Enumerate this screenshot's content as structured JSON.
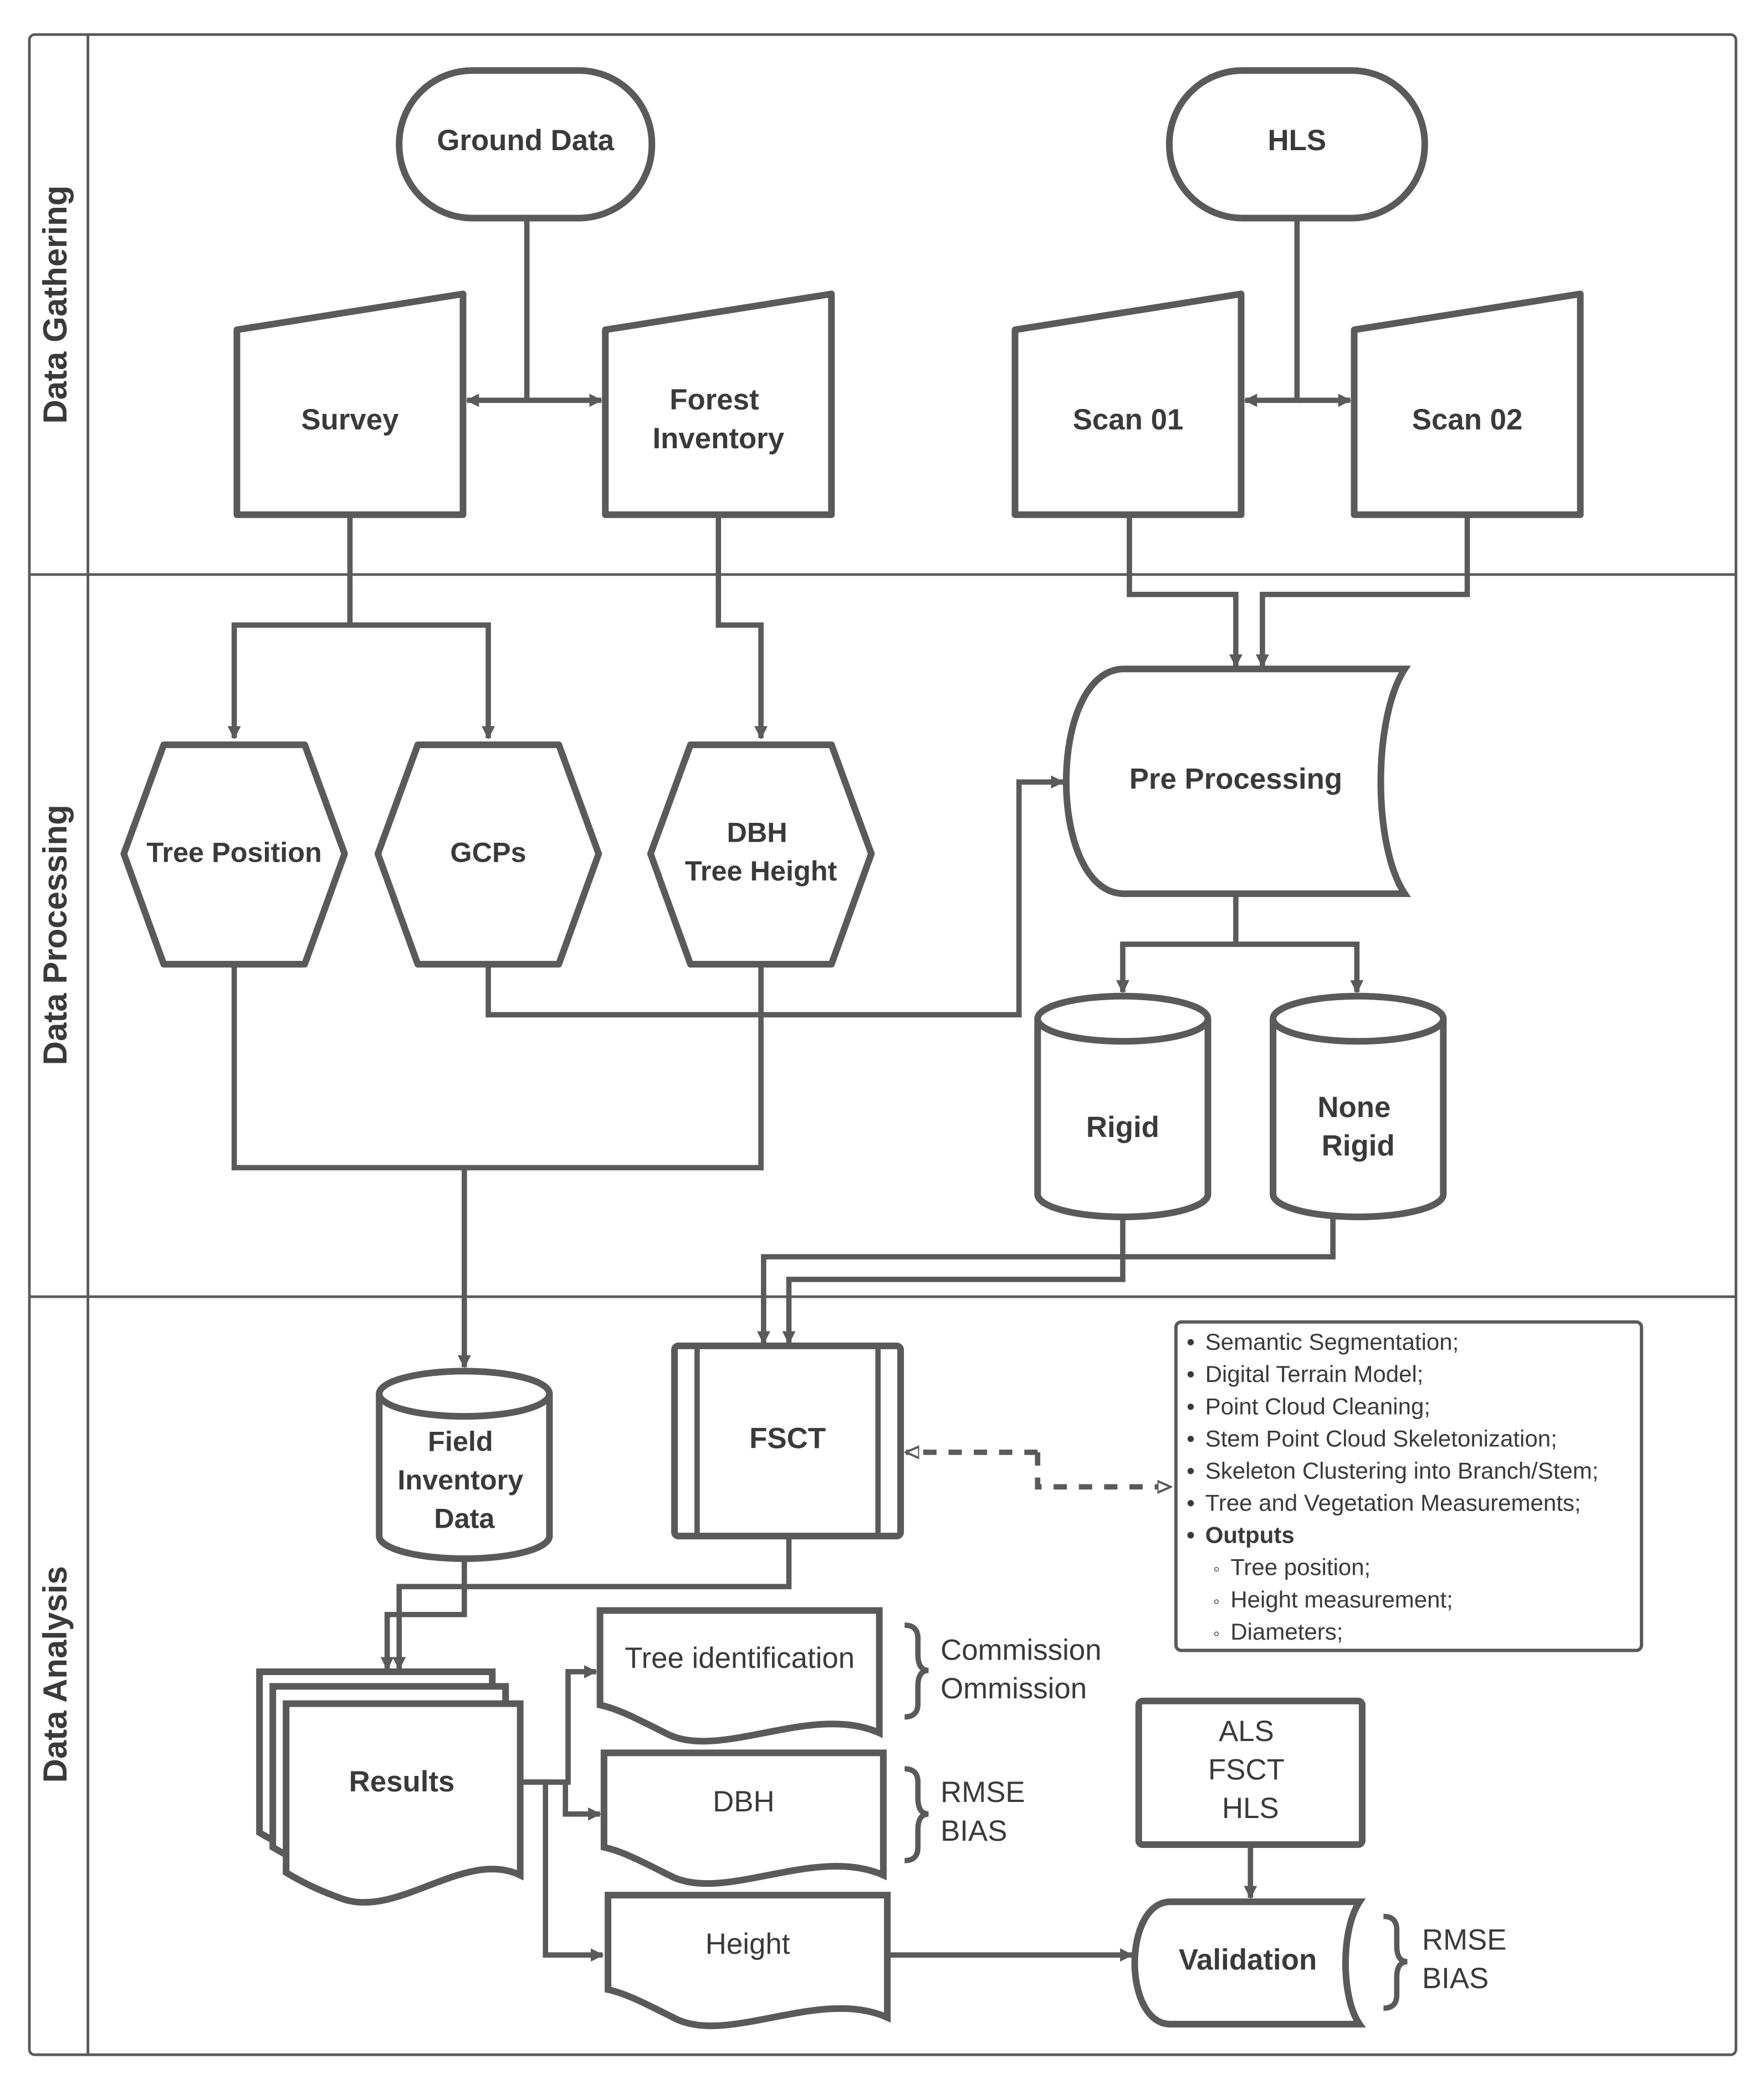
{
  "lanes": {
    "gathering": "Data Gathering",
    "processing": "Data Processing",
    "analysis": "Data Analysis"
  },
  "nodes": {
    "ground_data": "Ground Data",
    "hls": "HLS",
    "survey": "Survey",
    "forest_inventory": [
      "Forest",
      "Inventory"
    ],
    "scan01": "Scan 01",
    "scan02": "Scan 02",
    "tree_position": "Tree Position",
    "gcps": "GCPs",
    "dbh_tree_height": [
      "DBH",
      "Tree Height"
    ],
    "pre_processing": "Pre Processing",
    "rigid": "Rigid",
    "none_rigid": [
      "None",
      "Rigid"
    ],
    "field_inventory_data": [
      "Field",
      "Inventory",
      "Data"
    ],
    "fsct": "FSCT",
    "results": "Results",
    "tree_identification": "Tree identification",
    "dbh": "DBH",
    "height": "Height",
    "als_fsct_hls": [
      "ALS",
      "FSCT",
      "HLS"
    ],
    "validation": "Validation"
  },
  "metrics": {
    "tree_identification": [
      "Commission",
      "Ommission"
    ],
    "dbh": [
      "RMSE",
      "BIAS"
    ],
    "validation": [
      "RMSE",
      "BIAS"
    ]
  },
  "fsct_steps": {
    "bullets": [
      "Semantic Segmentation;",
      "Digital Terrain Model;",
      "Point Cloud Cleaning;",
      "Stem Point Cloud Skeletonization;",
      "Skeleton Clustering into Branch/Stem;",
      "Tree and Vegetation Measurements;"
    ],
    "outputs_title": "Outputs",
    "outputs": [
      "Tree position;",
      "Height measurement;",
      "Diameters;"
    ]
  }
}
